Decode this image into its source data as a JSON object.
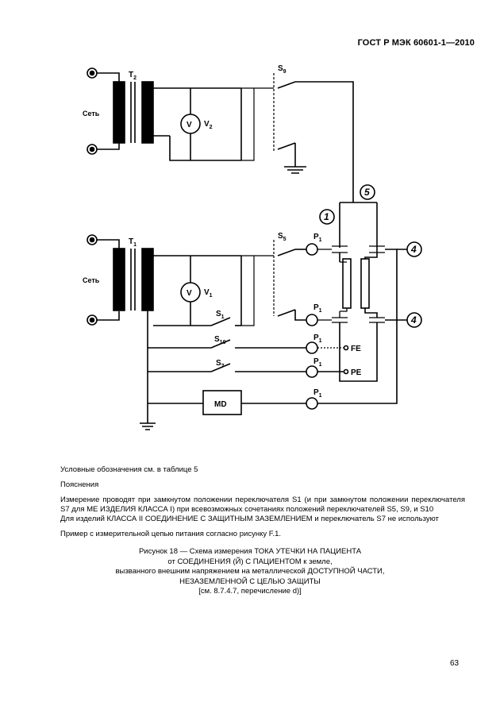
{
  "header": {
    "doc_id": "ГОСТ Р МЭК 60601-1—2010"
  },
  "diagram": {
    "mains_top": "Сеть",
    "mains_bottom": "Сеть",
    "T2": "T",
    "T2_sub": "2",
    "T1": "T",
    "T1_sub": "1",
    "V2": "V",
    "V2_name": "V",
    "V2_sub": "2",
    "V1": "V",
    "V1_name": "V",
    "V1_sub": "1",
    "S9": "S",
    "S9_sub": "9",
    "S5": "S",
    "S5_sub": "5",
    "S1": "S",
    "S1_sub": "1",
    "S10": "S",
    "S10_sub": "10",
    "S7": "S",
    "S7_sub": "7",
    "P1": "P",
    "P1_sub": "1",
    "FE": "FE",
    "PE": "PE",
    "MD": "MD",
    "circle_1": "1",
    "circle_4": "4",
    "circle_5": "5"
  },
  "notes": {
    "legend_ref": "Условные обозначения см. в таблице 5",
    "explanations_title": "Пояснения",
    "explanation_1": "Измерение проводят при замкнутом положении переключателя S1 (и при замкнутом положении переключателя S7 для МЕ ИЗДЕЛИЯ КЛАССА I) при всевозможных сочетаниях положений переключателей S5, S9, и S10",
    "explanation_2": "Для изделий КЛАССА II СОЕДИНЕНИЕ С ЗАЩИТНЫМ ЗАЗЕМЛЕНИЕМ и переключатель S7 не используют",
    "example": "Пример с измерительной цепью питания согласно рисунку F.1."
  },
  "caption": {
    "line1": "Рисунок 18 — Схема измерения ТОКА УТЕЧКИ НА ПАЦИЕНТА",
    "line2": "от СОЕДИНЕНИЯ (Й) С ПАЦИЕНТОМ к земле,",
    "line3": "вызванного внешним напряжением на металлической ДОСТУПНОЙ ЧАСТИ,",
    "line4": "НЕЗАЗЕМЛЕННОЙ С ЦЕЛЬЮ ЗАЩИТЫ",
    "line5": "[см. 8.7.4.7, перечисление d)]"
  },
  "page_number": "63"
}
